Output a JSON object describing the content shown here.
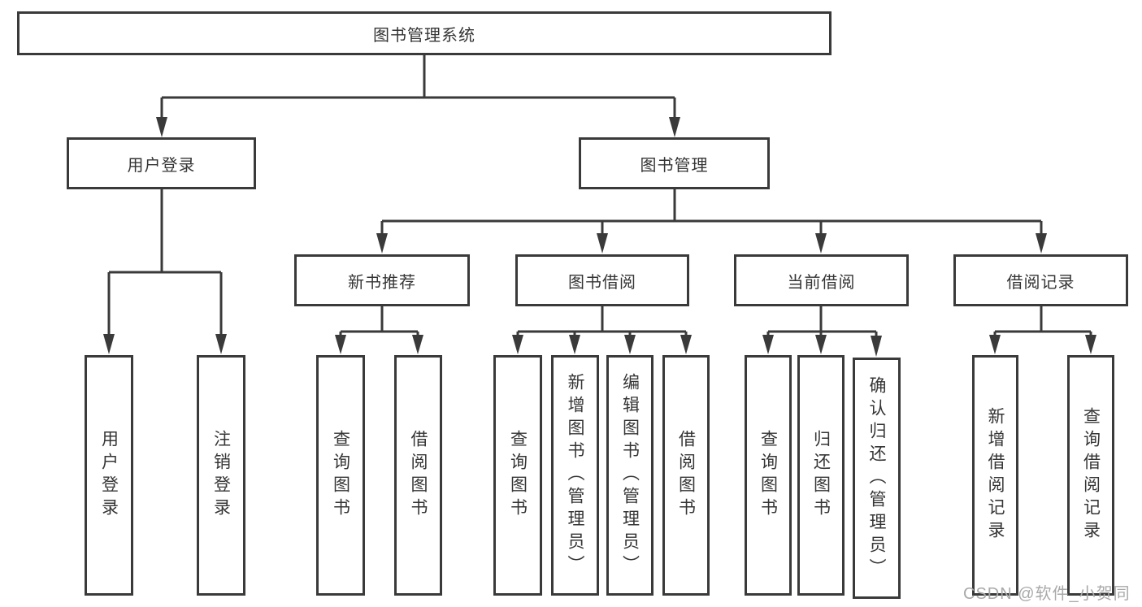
{
  "diagram": {
    "root": "图书管理系统",
    "login_branch": {
      "label": "用户登录",
      "children": [
        "用户登录",
        "注销登录"
      ]
    },
    "mgmt_branch": {
      "label": "图书管理",
      "sections": [
        {
          "label": "新书推荐",
          "children": [
            "查询图书",
            "借阅图书"
          ]
        },
        {
          "label": "图书借阅",
          "children": [
            "查询图书",
            "新增图书（管理员）",
            "编辑图书（管理员）",
            "借阅图书"
          ]
        },
        {
          "label": "当前借阅",
          "children": [
            "查询图书",
            "归还图书",
            "确认归还（管理员）"
          ]
        },
        {
          "label": "借阅记录",
          "children": [
            "新增借阅记录",
            "查询借阅记录"
          ]
        }
      ]
    }
  },
  "colors": {
    "line": "#3a3a3a",
    "text": "#353535",
    "watermark": "#a9a9a9"
  },
  "watermark": "CSDN @软件_小贺同学"
}
